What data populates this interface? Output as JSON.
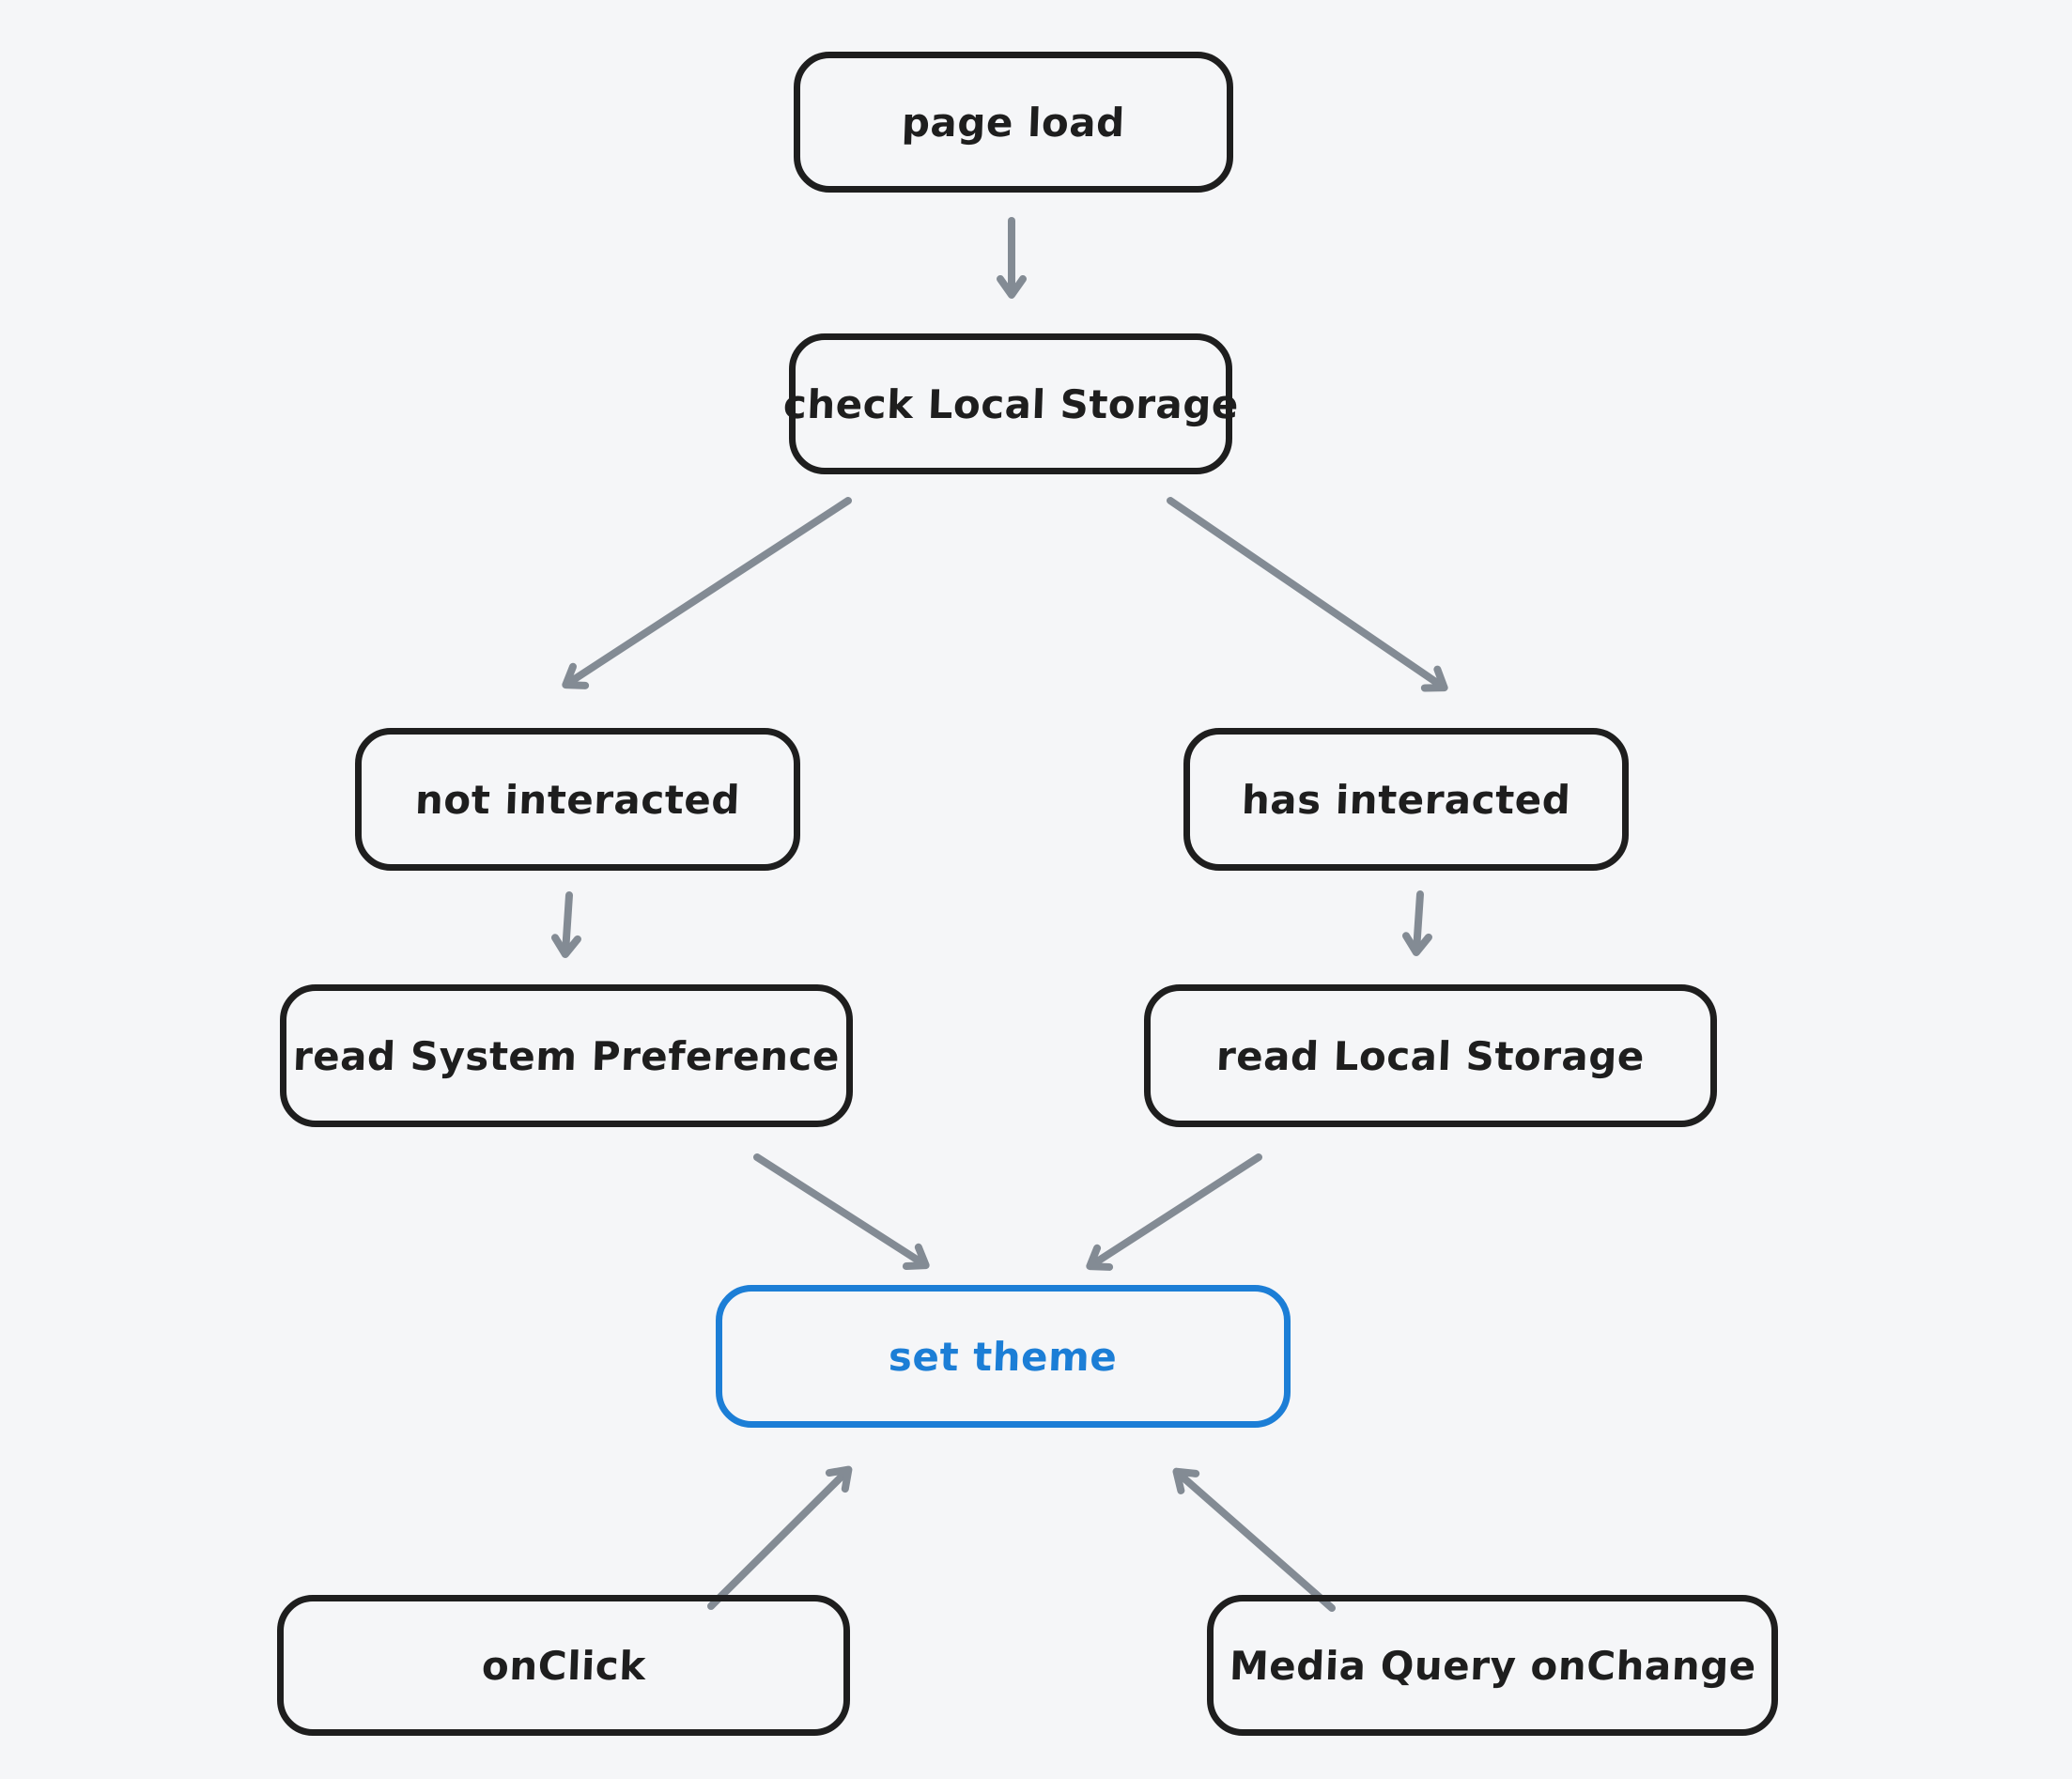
{
  "diagram": {
    "type": "flowchart",
    "colors": {
      "background": "#f5f6f8",
      "node_stroke": "#1e1e1e",
      "node_text": "#1e1e1e",
      "accent_blue": "#1c7ed6",
      "arrow_gray": "#838b94"
    },
    "nodes": {
      "page_load": {
        "label": "page load"
      },
      "check_local_storage": {
        "label": "check Local Storage"
      },
      "not_interacted": {
        "label": "not interacted"
      },
      "has_interacted": {
        "label": "has interacted"
      },
      "read_system_preference": {
        "label": "read System Preference"
      },
      "read_local_storage": {
        "label": "read Local Storage"
      },
      "set_theme": {
        "label": "set theme",
        "accent": "#1c7ed6"
      },
      "on_click": {
        "label": "onClick"
      },
      "media_query_onchange": {
        "label": "Media Query onChange"
      }
    },
    "edges": [
      {
        "from": "page_load",
        "to": "check_local_storage"
      },
      {
        "from": "check_local_storage",
        "to": "not_interacted"
      },
      {
        "from": "check_local_storage",
        "to": "has_interacted"
      },
      {
        "from": "not_interacted",
        "to": "read_system_preference"
      },
      {
        "from": "has_interacted",
        "to": "read_local_storage"
      },
      {
        "from": "read_system_preference",
        "to": "set_theme"
      },
      {
        "from": "read_local_storage",
        "to": "set_theme"
      },
      {
        "from": "on_click",
        "to": "set_theme"
      },
      {
        "from": "media_query_onchange",
        "to": "set_theme"
      }
    ]
  }
}
